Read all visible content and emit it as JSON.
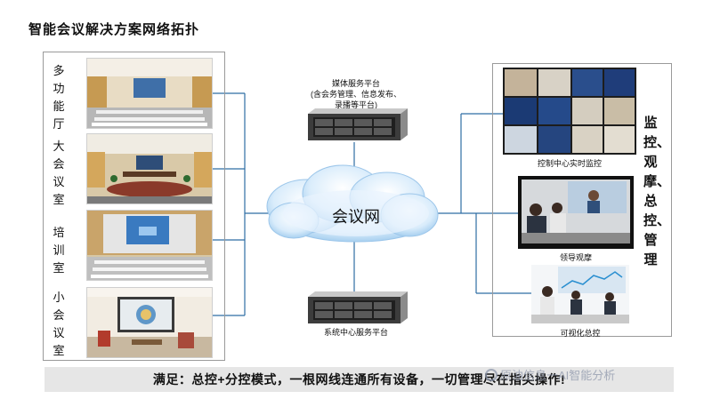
{
  "title": "智能会议解决方案网络拓扑",
  "rooms": [
    {
      "label": "多功能厅"
    },
    {
      "label": "大会议室"
    },
    {
      "label": "培训室"
    },
    {
      "label": "小会议室"
    }
  ],
  "servers": {
    "media": {
      "line1": "媒体服务平台",
      "line2": "(含会务管理、信息发布、",
      "line3": "录播等平台)"
    },
    "system": {
      "label": "系统中心服务平台"
    }
  },
  "cloud_label": "会议网",
  "right_captions": {
    "monitor": "控制中心实时监控",
    "observe": "领导观摩",
    "visual": "可视化总控"
  },
  "side_label": "监控、观摩、总控、管理",
  "footer": "满足：总控+分控模式，一根网线连通所有设备，一切管理尽在指尖操作!",
  "watermark": "原油信息一AI智能分析",
  "colors": {
    "line": "#2e6da4",
    "cloud": "#a8d0f0"
  }
}
